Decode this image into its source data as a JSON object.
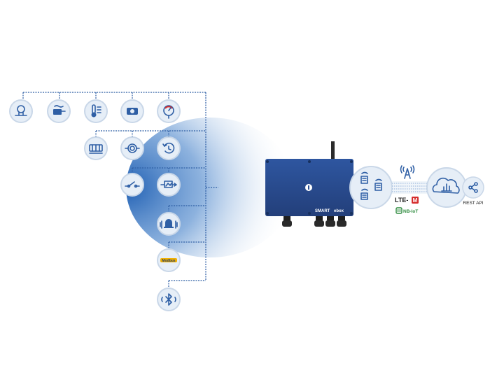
{
  "device": {
    "brand_left": "SMART",
    "brand_right": "ebox"
  },
  "connectivity": {
    "lte_label": "LTE-",
    "lte_mark": "M",
    "nbiot_label": "NB-IoT"
  },
  "cloud": {
    "api_label": "REST API"
  },
  "sensors": {
    "modbus_label": "Modbus"
  },
  "colors": {
    "accent": "#2f5fa5",
    "device": "#2a4f92",
    "circle_fill": "#e6eef7",
    "lte_red": "#d52d2d",
    "nbiot_green": "#2e8b3e",
    "modbus_yellow": "#f2b100"
  },
  "icons": [
    "valve-icon",
    "pump-icon",
    "thermometer-icon",
    "flowmeter-icon",
    "pressure-gauge-icon",
    "energy-meter-icon",
    "water-meter-icon",
    "sync-counter-icon",
    "switch-icon",
    "analog-input-icon",
    "alarm-bell-icon",
    "modbus-icon",
    "bluetooth-icon",
    "building-icon",
    "antenna-icon",
    "cloud-chart-icon",
    "share-icon"
  ]
}
